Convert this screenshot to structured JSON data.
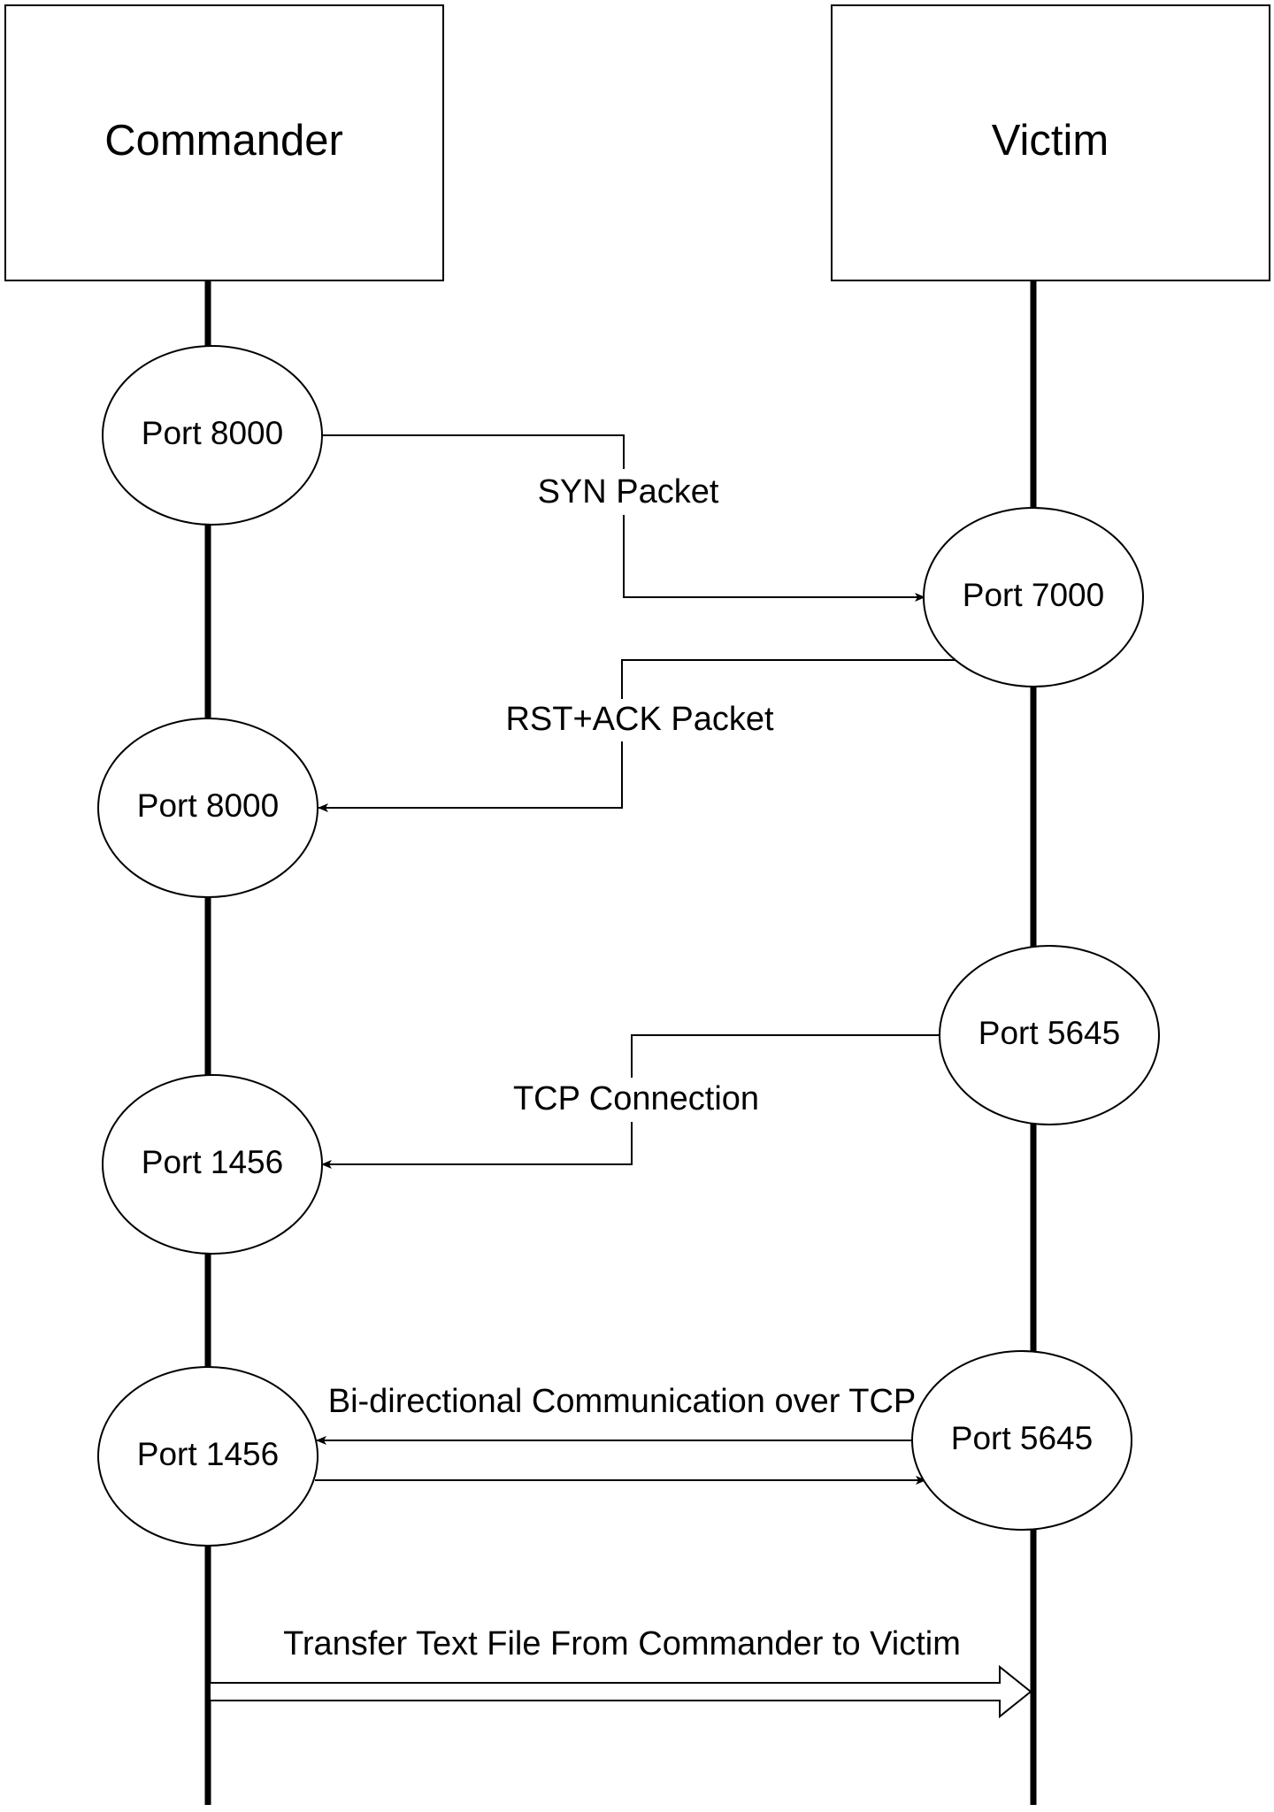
{
  "diagram": {
    "participants": [
      {
        "id": "commander",
        "label": "Commander"
      },
      {
        "id": "victim",
        "label": "Victim"
      }
    ],
    "ports": [
      {
        "id": "cmd-port-8000-a",
        "label": "Port 8000"
      },
      {
        "id": "vic-port-7000",
        "label": "Port 7000"
      },
      {
        "id": "cmd-port-8000-b",
        "label": "Port 8000"
      },
      {
        "id": "vic-port-5645-a",
        "label": "Port 5645"
      },
      {
        "id": "cmd-port-1456-a",
        "label": "Port 1456"
      },
      {
        "id": "vic-port-5645-b",
        "label": "Port 5645"
      },
      {
        "id": "cmd-port-1456-b",
        "label": "Port 1456"
      }
    ],
    "messages": [
      {
        "id": "syn",
        "label": "SYN Packet"
      },
      {
        "id": "rst-ack",
        "label": "RST+ACK Packet"
      },
      {
        "id": "tcp",
        "label": "TCP Connection"
      },
      {
        "id": "bidi",
        "label": "Bi-directional Communication over TCP"
      },
      {
        "id": "transfer",
        "label": "Transfer Text File From Commander to Victim"
      }
    ]
  }
}
